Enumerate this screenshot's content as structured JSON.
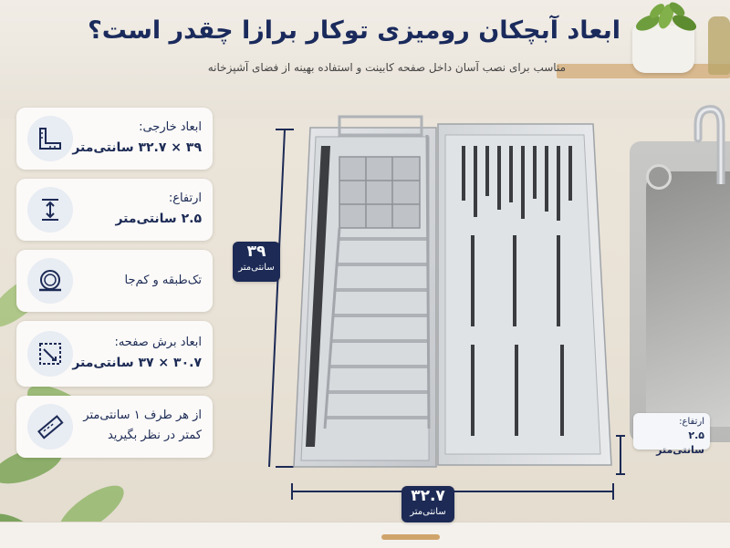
{
  "header": {
    "title": "ابعاد آبچکان رومیزی توکار برازا چقدر است؟",
    "subtitle": "مناسب برای نصب آسان داخل صفحه کابینت و استفاده بهینه از فضای آشپزخانه"
  },
  "features": [
    {
      "label": "ابعاد خارجی:",
      "value": "۳۹ × ۳۲.۷ سانتی‌متر",
      "icon": "ruler-corner-icon"
    },
    {
      "label": "ارتفاع:",
      "value": "۲.۵  سانتی‌متر",
      "icon": "height-arrow-icon"
    },
    {
      "label": "تک‌طبقه و کم‌جا",
      "value": "",
      "icon": "plates-icon"
    },
    {
      "label": "ابعاد برش صفحه:",
      "value": "۳۰.۷ × ۳۷ سانتی‌متر",
      "icon": "cutting-board-icon"
    },
    {
      "label": "از هر طرف ۱ سانتی‌متر",
      "value": "کمتر در نظر بگیرید",
      "icon": "ruler-icon"
    }
  ],
  "dimensions": {
    "height_num": "۳۹",
    "height_unit": "سانتی‌متر",
    "width_num": "۳۲.۷",
    "width_unit": "سانتی‌متر",
    "depth_label": "ارتفاع:",
    "depth_value": "۲.۵ سانتی‌متر"
  },
  "colors": {
    "navy": "#1c2a55",
    "steel": "#c9ccd0"
  }
}
